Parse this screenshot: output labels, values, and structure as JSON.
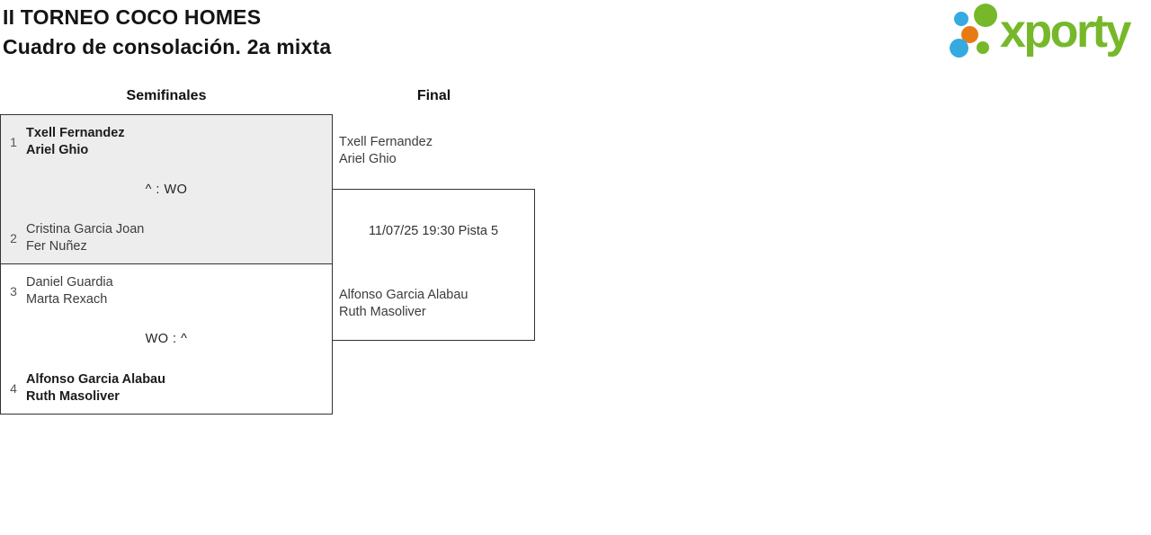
{
  "header": {
    "title": "II TORNEO COCO HOMES",
    "subtitle": "Cuadro de consolación. 2a mixta"
  },
  "logo": {
    "text": "xporty",
    "colors": {
      "green": "#76b82a",
      "blue": "#36a9e1",
      "orange": "#e87a16"
    }
  },
  "colors": {
    "card_border": "#333333",
    "card_alt_background": "#ededed",
    "page_background": "#ffffff"
  },
  "bracket": {
    "rounds": [
      {
        "label": "Semifinales"
      },
      {
        "label": "Final"
      }
    ],
    "semifinals": [
      {
        "seed_top": "1",
        "team_top": {
          "line1": "Txell Fernandez",
          "line2": "Ariel Ghio",
          "winner": true
        },
        "score": "^ : WO",
        "seed_bottom": "2",
        "team_bottom": {
          "line1": "Cristina Garcia Joan",
          "line2": "Fer Nuñez",
          "winner": false
        }
      },
      {
        "seed_top": "3",
        "team_top": {
          "line1": "Daniel Guardia",
          "line2": "Marta Rexach",
          "winner": false
        },
        "score": "WO : ^",
        "seed_bottom": "4",
        "team_bottom": {
          "line1": "Alfonso Garcia Alabau",
          "line2": "Ruth Masoliver",
          "winner": true
        }
      }
    ],
    "final": {
      "team_top": {
        "line1": "Txell Fernandez",
        "line2": "Ariel Ghio"
      },
      "schedule": "11/07/25 19:30 Pista 5",
      "team_bottom": {
        "line1": "Alfonso Garcia Alabau",
        "line2": "Ruth Masoliver"
      }
    }
  }
}
